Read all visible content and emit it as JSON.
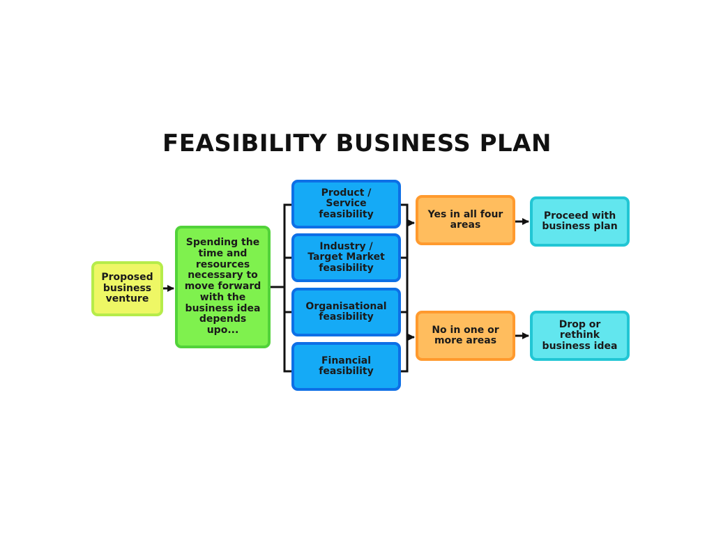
{
  "diagram": {
    "title": "FEASIBILITY BUSINESS PLAN",
    "nodes": {
      "proposed": "Proposed\nbusiness\nventure",
      "spending": "Spending the\ntime and\nresources\nnecessary to\nmove forward\nwith the\nbusiness idea\ndepends\nupo...",
      "product": "Product /\nService\nfeasibility",
      "industry": "Industry /\nTarget Market\nfeasibility",
      "organisational": "Organisational\nfeasibility",
      "financial": "Financial\nfeasibility",
      "yes": "Yes in all four\nareas",
      "no": "No in one or\nmore areas",
      "proceed": "Proceed with\nbusiness plan",
      "drop": "Drop or\nrethink\nbusiness idea"
    },
    "colors": {
      "start": "#eef765",
      "context": "#7ff14e",
      "feasibility": "#15aaf6",
      "outcome": "#ffbd5e",
      "result": "#62e6ee",
      "connector": "#111111"
    }
  }
}
